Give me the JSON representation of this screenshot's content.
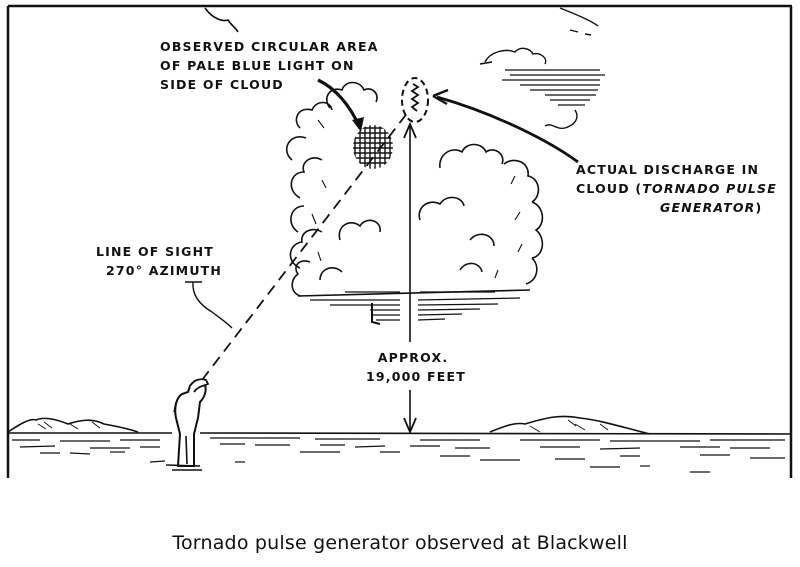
{
  "figure": {
    "caption": "Tornado pulse generator observed at Blackwell",
    "labels": {
      "observed_area": [
        "OBSERVED CIRCULAR AREA",
        "OF PALE BLUE LIGHT ON",
        "SIDE OF CLOUD"
      ],
      "actual_discharge": {
        "line1": "ACTUAL DISCHARGE IN",
        "line2_plain": "CLOUD (",
        "line2_italic": "TORNADO PULSE",
        "line3_italic": "GENERATOR",
        "line3_close": ")"
      },
      "line_of_sight": [
        "LINE OF SIGHT",
        "270° AZIMUTH"
      ],
      "altitude": [
        "APPROX.",
        "19,000 FEET"
      ]
    },
    "ink_color": "#111111",
    "paper_color": "#ffffff"
  }
}
